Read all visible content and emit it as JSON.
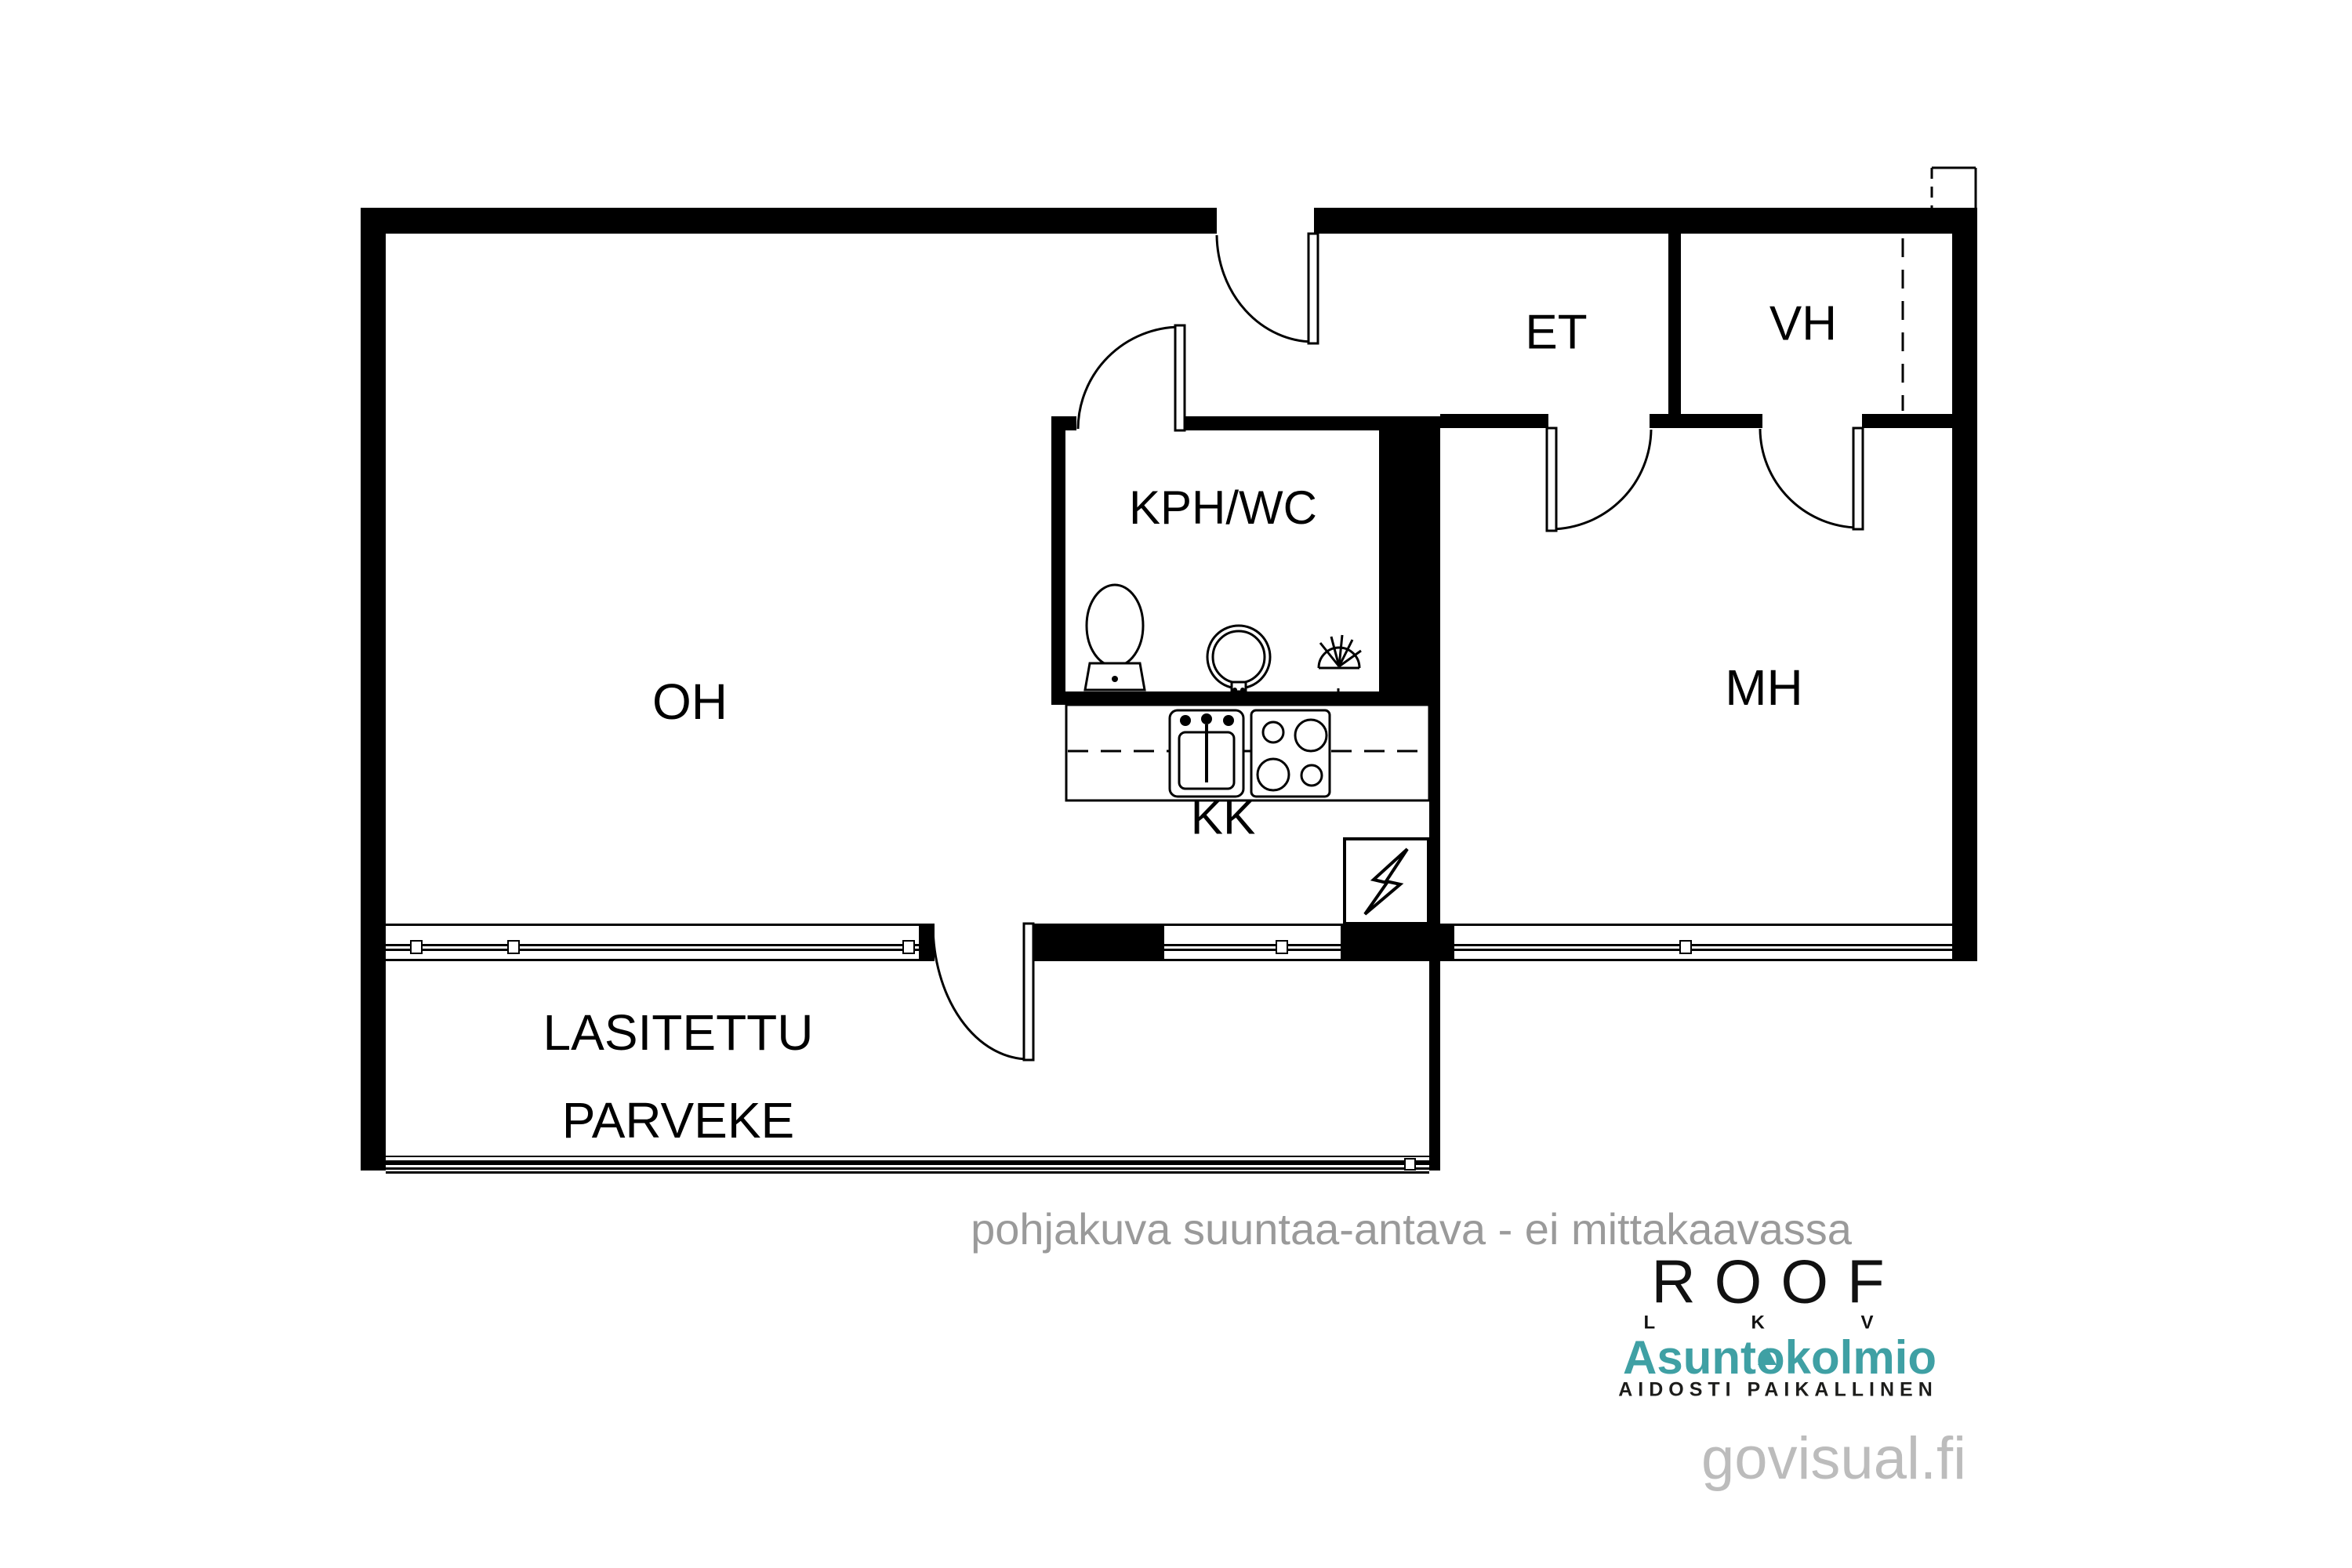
{
  "page": {
    "background_color": "#ffffff",
    "wall_color": "#000000",
    "line_color": "#000000"
  },
  "floor_plan": {
    "rooms": [
      {
        "id": "oh",
        "label": "OH"
      },
      {
        "id": "kph_wc",
        "label": "KPH/WC"
      },
      {
        "id": "et",
        "label": "ET"
      },
      {
        "id": "vh",
        "label": "VH"
      },
      {
        "id": "mh",
        "label": "MH"
      },
      {
        "id": "kk",
        "label": "KK"
      },
      {
        "id": "parveke",
        "label_line1": "LASITETTU",
        "label_line2": "PARVEKE"
      }
    ],
    "icons": [
      "toilet-icon",
      "washbasin-icon",
      "floor-drain-icon",
      "kitchen-sink-icon",
      "stove-icon",
      "electrical-panel-icon",
      "door-swing-arc"
    ]
  },
  "footer": {
    "disclaimer": "pohjakuva suuntaa-antava - ei mittakaavassa",
    "color": "#9a9a9a"
  },
  "branding": {
    "roof": {
      "name": "ROOF",
      "subtitle": "L K V",
      "color": "#111111"
    },
    "asuntokolmio": {
      "name": "Asuntokolmio",
      "tagline": "AIDOSTI PAIKALLINEN",
      "color": "#3fa0a4",
      "tagline_color": "#1d1d1b"
    },
    "watermark": {
      "text": "govisual.fi",
      "color": "#bcbcbc"
    }
  }
}
